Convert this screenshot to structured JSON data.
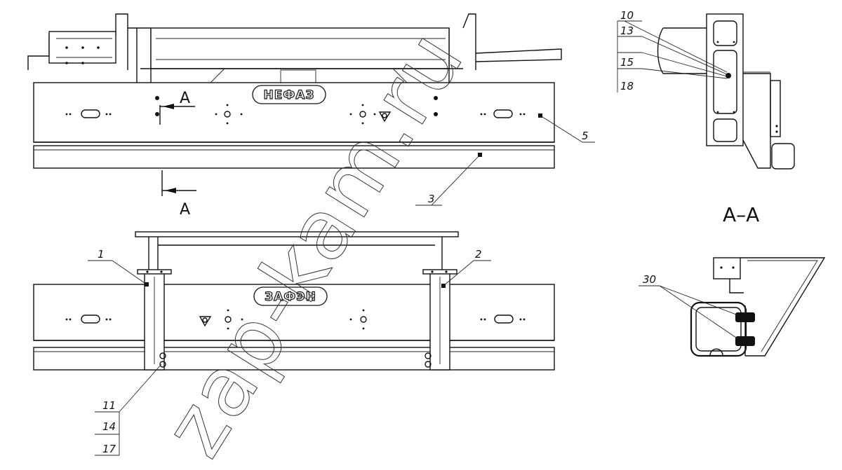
{
  "logos": {
    "top": "НЕФАЗ",
    "bottom": "ЗАФЭН"
  },
  "section": {
    "marker": "A",
    "title": "A–A"
  },
  "callouts": {
    "c1": "1",
    "c2": "2",
    "c3": "3",
    "c5": "5",
    "c10": "10",
    "c13": "13",
    "c15": "15",
    "c18": "18",
    "c11": "11",
    "c14": "14",
    "c17": "17",
    "c30": "30"
  },
  "watermark": "zap-kam.ru"
}
